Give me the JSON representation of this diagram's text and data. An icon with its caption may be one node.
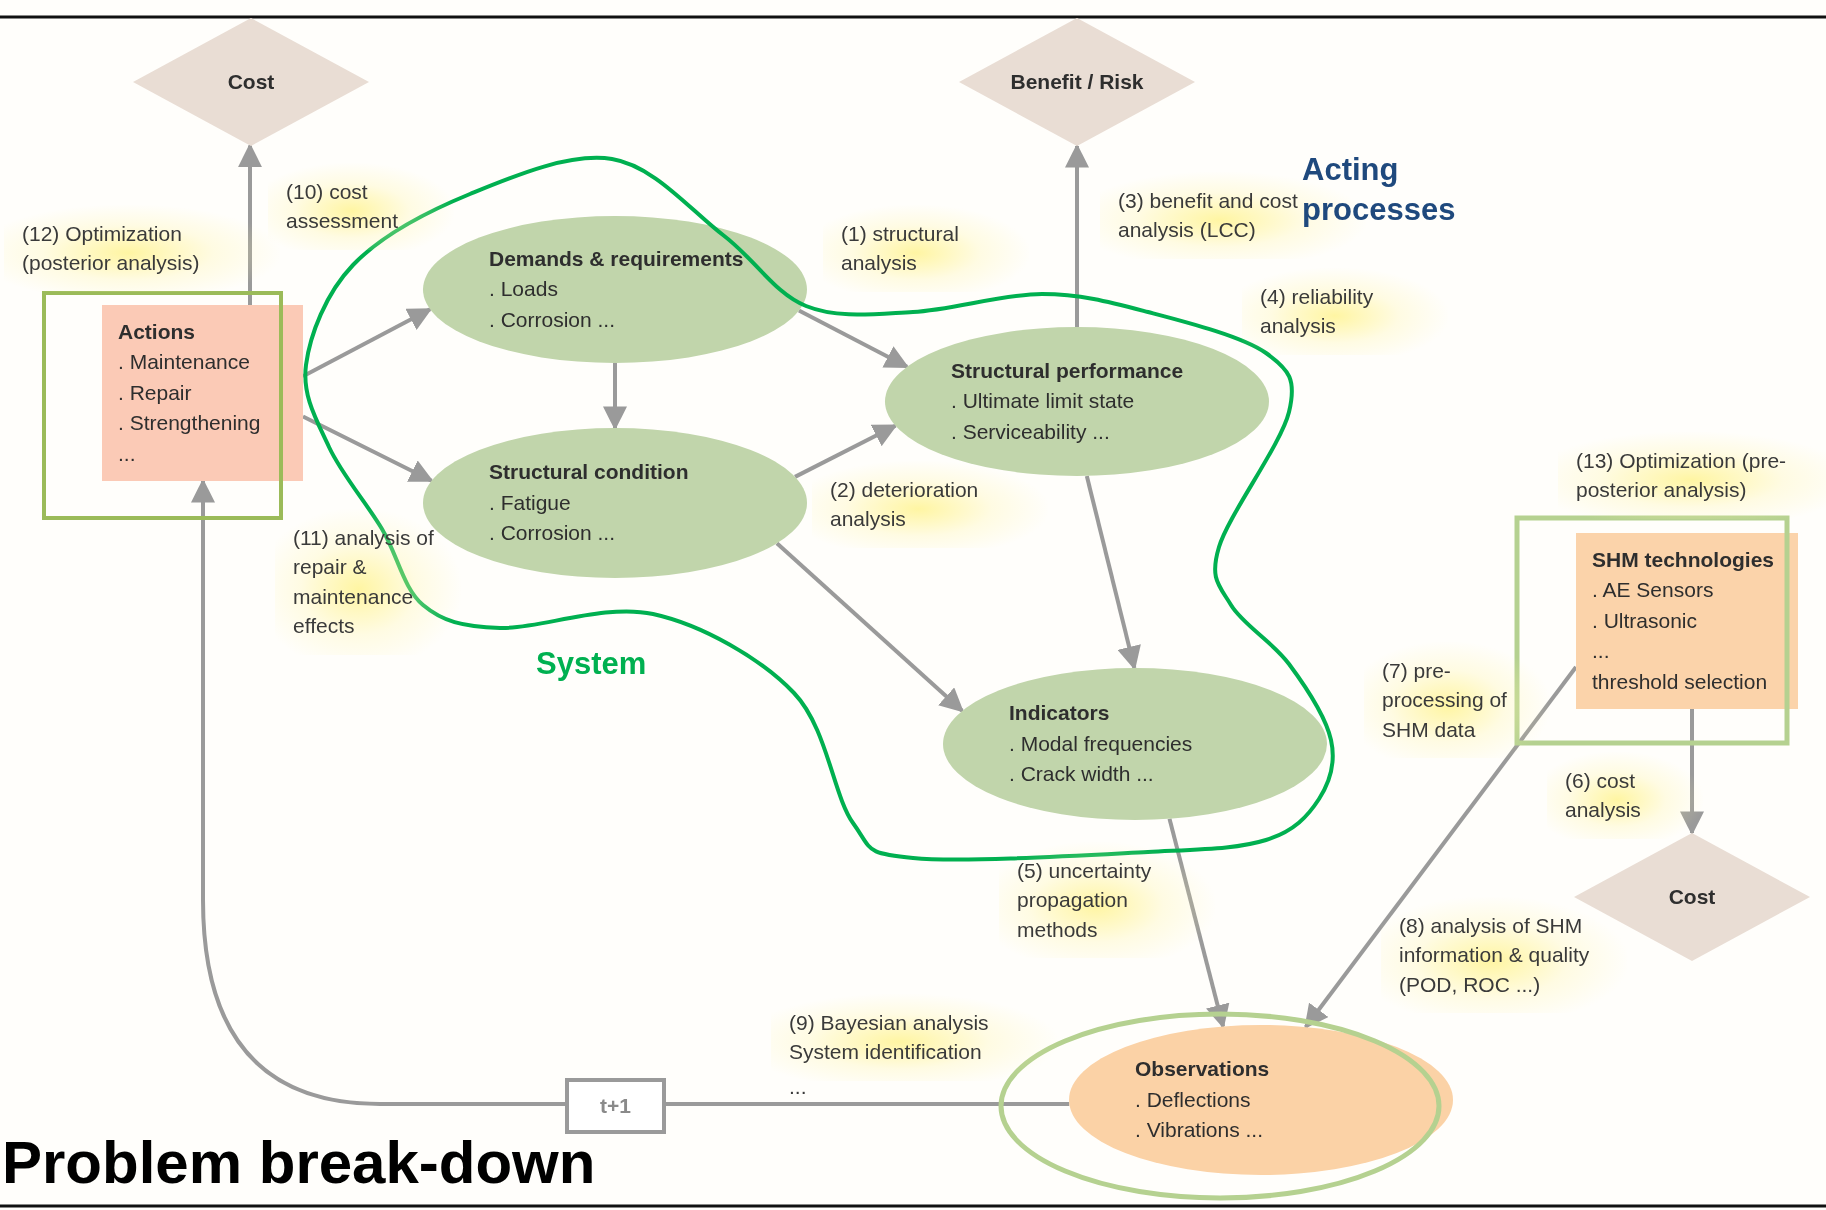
{
  "diagram": {
    "title": "Problem break-down",
    "nodes": [
      {
        "text": [
          "Cost"
        ]
      },
      {
        "text": [
          "Benefit / Risk"
        ]
      },
      {
        "text": [
          "Actions",
          ". Maintenance",
          ". Repair",
          ". Strengthening",
          "..."
        ]
      },
      {
        "text": [
          "Demands & requirements",
          ". Loads",
          ". Corrosion ..."
        ]
      },
      {
        "text": [
          "Structural condition",
          ". Fatigue",
          ". Corrosion ..."
        ]
      },
      {
        "text": [
          "Structural performance",
          ". Ultimate limit state",
          ". Serviceability ..."
        ]
      },
      {
        "text": [
          "Indicators",
          ". Modal frequencies",
          ". Crack width ..."
        ]
      },
      {
        "text": [
          "SHM technologies",
          ". AE Sensors",
          ". Ultrasonic",
          "...",
          "threshold selection"
        ]
      },
      {
        "text": [
          "Cost"
        ]
      },
      {
        "text": [
          "Observations",
          ". Deflections",
          ". Vibrations ..."
        ]
      },
      {
        "text": [
          "t+1"
        ]
      }
    ],
    "edges": [
      {
        "from": 2,
        "to": 0,
        "arrow": "to"
      },
      {
        "from": 2,
        "to": 3,
        "arrow": "to"
      },
      {
        "from": 2,
        "to": 4,
        "arrow": "to"
      },
      {
        "from": 3,
        "to": 4,
        "arrow": "to"
      },
      {
        "from": 3,
        "to": 5,
        "arrow": "to"
      },
      {
        "from": 4,
        "to": 5,
        "arrow": "to"
      },
      {
        "from": 4,
        "to": 6,
        "arrow": "to"
      },
      {
        "from": 5,
        "to": 1,
        "arrow": "to"
      },
      {
        "from": 5,
        "to": 6,
        "arrow": "to"
      },
      {
        "from": 6,
        "to": 9,
        "arrow": "to"
      },
      {
        "from": 7,
        "to": 9,
        "arrow": "to"
      },
      {
        "from": 7,
        "to": 8,
        "arrow": "to"
      },
      {
        "from": 9,
        "to": 10,
        "arrow": "none"
      },
      {
        "from": 10,
        "to": 2,
        "arrow": "to"
      }
    ],
    "labels": [
      "(12) Optimization (posterior analysis)",
      "(10) cost assessment",
      "(1) structural analysis",
      "(3) benefit and cost analysis (LCC)",
      "Acting processes",
      "(4) reliability analysis",
      "(2) deterioration analysis",
      "(13) Optimization (pre-posterior analysis)",
      "(11) analysis of repair & maintenance effects",
      "System",
      "(7) pre-processing of SHM data",
      "(6) cost analysis",
      "(5) uncertainty propagation methods",
      "(8) analysis of SHM information & quality (POD, ROC ...)",
      "(9) Bayesian analysis System identification",
      "..."
    ]
  }
}
